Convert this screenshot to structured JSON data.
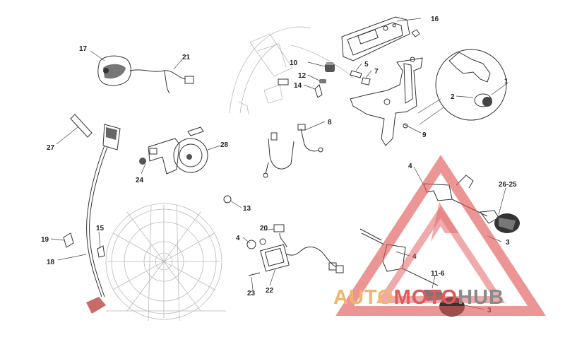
{
  "diagram": {
    "callouts": [
      {
        "id": "c16",
        "text": "16"
      },
      {
        "id": "c17",
        "text": "17"
      },
      {
        "id": "c21",
        "text": "21"
      },
      {
        "id": "c10",
        "text": "10"
      },
      {
        "id": "c5",
        "text": "5"
      },
      {
        "id": "c7",
        "text": "7"
      },
      {
        "id": "c12",
        "text": "12"
      },
      {
        "id": "c14",
        "text": "14"
      },
      {
        "id": "c1",
        "text": "1"
      },
      {
        "id": "c2",
        "text": "2"
      },
      {
        "id": "c9",
        "text": "9"
      },
      {
        "id": "c8",
        "text": "8"
      },
      {
        "id": "c27",
        "text": "27"
      },
      {
        "id": "c28",
        "text": "28"
      },
      {
        "id": "c24",
        "text": "24"
      },
      {
        "id": "c4a",
        "text": "4"
      },
      {
        "id": "c2625",
        "text": "26-25"
      },
      {
        "id": "c13",
        "text": "13"
      },
      {
        "id": "c3a",
        "text": "3"
      },
      {
        "id": "c19",
        "text": "19"
      },
      {
        "id": "c15",
        "text": "15"
      },
      {
        "id": "c18",
        "text": "18"
      },
      {
        "id": "c20",
        "text": "20"
      },
      {
        "id": "c4b",
        "text": "4"
      },
      {
        "id": "c4c",
        "text": "4"
      },
      {
        "id": "c22",
        "text": "22"
      },
      {
        "id": "c23",
        "text": "23"
      },
      {
        "id": "c116",
        "text": "11-6"
      },
      {
        "id": "c3b",
        "text": "3"
      }
    ]
  },
  "watermark": {
    "part1": "AUTO",
    "part2": "MOTO",
    "part3": "HUB",
    "colors": {
      "orange": "#f2b56b",
      "red": "#e05a5a",
      "gray": "#8a8a8a"
    }
  }
}
